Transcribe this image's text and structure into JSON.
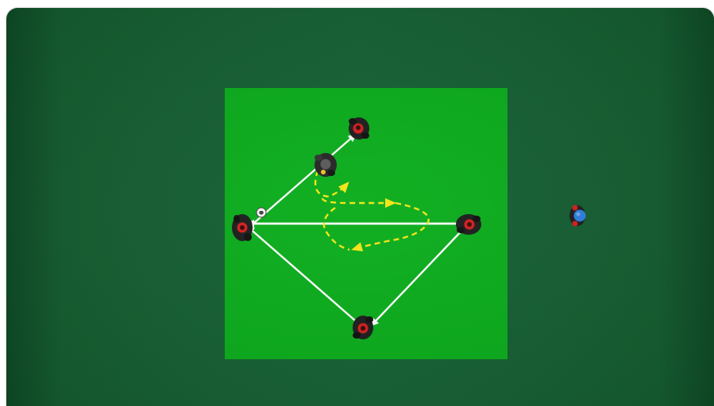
{
  "diagram": {
    "colors": {
      "background": "#176236",
      "drill_area": "#0bad1c",
      "pass_arrow": "#ffffff",
      "run_path": "#f2e616",
      "player_team_a": "#d31f1f",
      "player_team_b": "#2f7fe0",
      "player_body": "#1e1e1e"
    },
    "players": [
      {
        "id": "top",
        "team": "red"
      },
      {
        "id": "upper-mid",
        "team": "dark"
      },
      {
        "id": "left",
        "team": "red",
        "has_ball": true
      },
      {
        "id": "right",
        "team": "red"
      },
      {
        "id": "bottom",
        "team": "red"
      },
      {
        "id": "outside",
        "team": "blue"
      }
    ],
    "passes": [
      {
        "from": "left",
        "to": "top"
      },
      {
        "from": "left",
        "to": "right"
      },
      {
        "from": "right",
        "to": "left"
      },
      {
        "from": "right",
        "to": "bottom"
      },
      {
        "from": "bottom",
        "to": "left"
      }
    ],
    "runs": [
      {
        "from": "upper-mid",
        "type": "curved-run"
      }
    ]
  }
}
